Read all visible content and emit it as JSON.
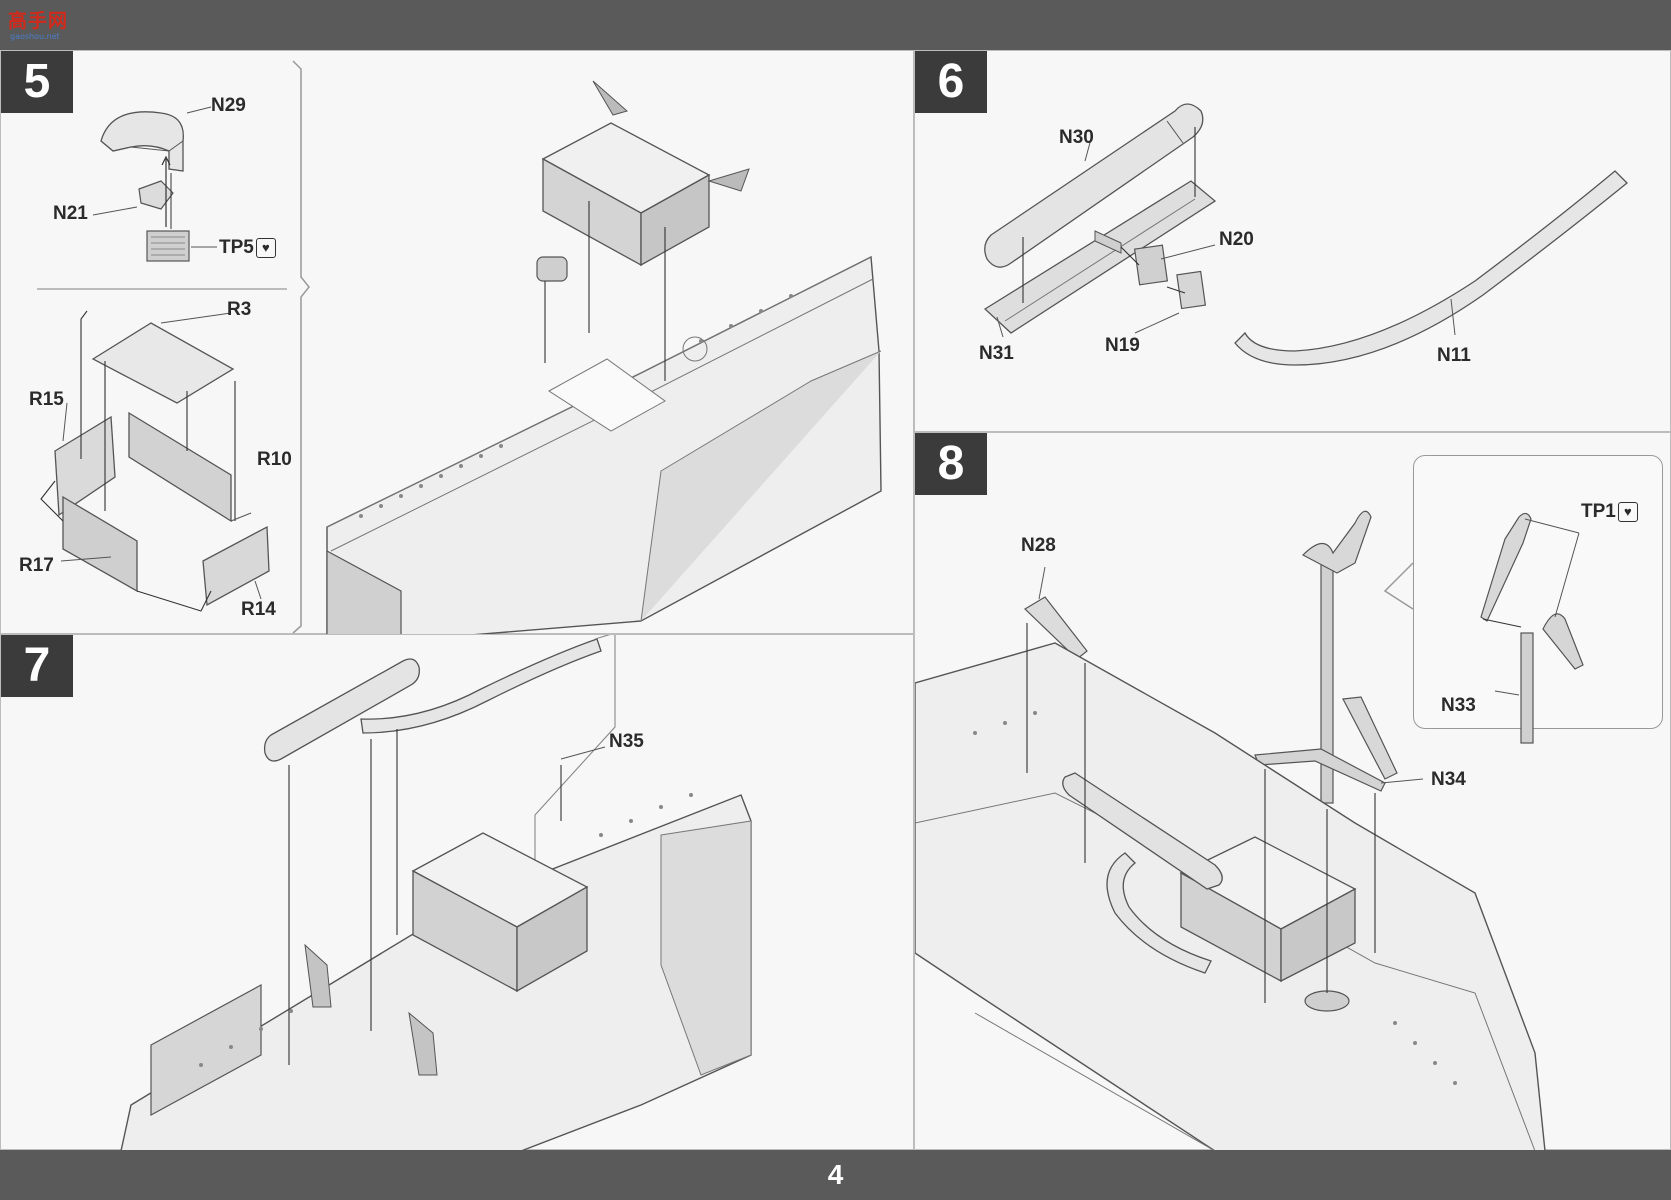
{
  "header": {
    "logo_text": "高手网",
    "logo_sub": "gaoshou.net"
  },
  "footer": {
    "page_number": "4"
  },
  "steps": [
    {
      "number": "5",
      "labels": {
        "n29": "N29",
        "n21": "N21",
        "tp5": "TP5",
        "r3": "R3",
        "r15": "R15",
        "r10": "R10",
        "r17": "R17",
        "r14": "R14"
      }
    },
    {
      "number": "6",
      "labels": {
        "n30": "N30",
        "n20": "N20",
        "n31": "N31",
        "n19": "N19",
        "n11": "N11"
      }
    },
    {
      "number": "7",
      "labels": {
        "n35": "N35"
      }
    },
    {
      "number": "8",
      "labels": {
        "n28": "N28",
        "tp1": "TP1",
        "n33": "N33",
        "n34": "N34"
      }
    }
  ],
  "icons": {
    "photo_etch": "broken-heart-icon"
  }
}
